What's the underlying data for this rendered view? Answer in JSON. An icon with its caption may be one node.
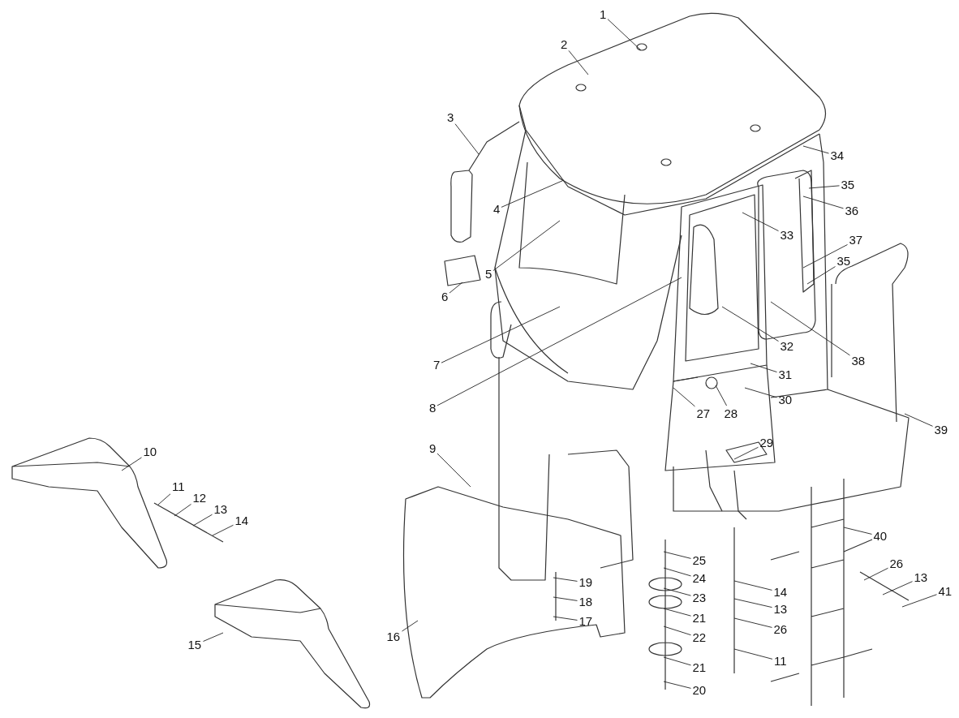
{
  "diagram": {
    "nodes": [
      {
        "text": [
          "1"
        ]
      },
      {
        "text": [
          "2"
        ]
      },
      {
        "text": [
          "3"
        ]
      },
      {
        "text": [
          "34"
        ]
      },
      {
        "text": [
          "35"
        ]
      },
      {
        "text": [
          "36"
        ]
      },
      {
        "text": [
          "4"
        ]
      },
      {
        "text": [
          "33"
        ]
      },
      {
        "text": [
          "37"
        ]
      },
      {
        "text": [
          "5"
        ]
      },
      {
        "text": [
          "35"
        ]
      },
      {
        "text": [
          "6"
        ]
      },
      {
        "text": [
          "32"
        ]
      },
      {
        "text": [
          "7"
        ]
      },
      {
        "text": [
          "38"
        ]
      },
      {
        "text": [
          "31"
        ]
      },
      {
        "text": [
          "8"
        ]
      },
      {
        "text": [
          "30"
        ]
      },
      {
        "text": [
          "27"
        ]
      },
      {
        "text": [
          "28"
        ]
      },
      {
        "text": [
          "39"
        ]
      },
      {
        "text": [
          "10"
        ]
      },
      {
        "text": [
          "29"
        ]
      },
      {
        "text": [
          "9"
        ]
      },
      {
        "text": [
          "11"
        ]
      },
      {
        "text": [
          "12"
        ]
      },
      {
        "text": [
          "13"
        ]
      },
      {
        "text": [
          "14"
        ]
      },
      {
        "text": [
          "40"
        ]
      },
      {
        "text": [
          "25"
        ]
      },
      {
        "text": [
          "26"
        ]
      },
      {
        "text": [
          "24"
        ]
      },
      {
        "text": [
          "13"
        ]
      },
      {
        "text": [
          "19"
        ]
      },
      {
        "text": [
          "14"
        ]
      },
      {
        "text": [
          "41"
        ]
      },
      {
        "text": [
          "18"
        ]
      },
      {
        "text": [
          "23"
        ]
      },
      {
        "text": [
          "13"
        ]
      },
      {
        "text": [
          "17"
        ]
      },
      {
        "text": [
          "21"
        ]
      },
      {
        "text": [
          "22"
        ]
      },
      {
        "text": [
          "16"
        ]
      },
      {
        "text": [
          "15"
        ]
      },
      {
        "text": [
          "26"
        ]
      },
      {
        "text": [
          "11"
        ]
      },
      {
        "text": [
          "21"
        ]
      },
      {
        "text": [
          "20"
        ]
      }
    ],
    "edges": [
      {
        "from": 0,
        "to": null,
        "arrow": "none"
      },
      {
        "from": 1,
        "to": null,
        "arrow": "none"
      },
      {
        "from": 2,
        "to": null,
        "arrow": "none"
      },
      {
        "from": 3,
        "to": null,
        "arrow": "none"
      },
      {
        "from": 4,
        "to": null,
        "arrow": "none"
      },
      {
        "from": 5,
        "to": null,
        "arrow": "none"
      },
      {
        "from": 6,
        "to": null,
        "arrow": "none"
      },
      {
        "from": 7,
        "to": null,
        "arrow": "none"
      },
      {
        "from": 8,
        "to": null,
        "arrow": "none"
      },
      {
        "from": 9,
        "to": null,
        "arrow": "none"
      },
      {
        "from": 10,
        "to": null,
        "arrow": "none"
      },
      {
        "from": 11,
        "to": null,
        "arrow": "none"
      },
      {
        "from": 12,
        "to": null,
        "arrow": "none"
      },
      {
        "from": 13,
        "to": null,
        "arrow": "none"
      },
      {
        "from": 14,
        "to": null,
        "arrow": "none"
      },
      {
        "from": 15,
        "to": null,
        "arrow": "none"
      },
      {
        "from": 16,
        "to": null,
        "arrow": "none"
      },
      {
        "from": 17,
        "to": null,
        "arrow": "none"
      },
      {
        "from": 18,
        "to": null,
        "arrow": "none"
      },
      {
        "from": 19,
        "to": null,
        "arrow": "none"
      },
      {
        "from": 20,
        "to": null,
        "arrow": "none"
      },
      {
        "from": 21,
        "to": null,
        "arrow": "none"
      },
      {
        "from": 22,
        "to": null,
        "arrow": "none"
      },
      {
        "from": 23,
        "to": null,
        "arrow": "none"
      },
      {
        "from": 24,
        "to": null,
        "arrow": "none"
      },
      {
        "from": 25,
        "to": null,
        "arrow": "none"
      },
      {
        "from": 26,
        "to": null,
        "arrow": "none"
      },
      {
        "from": 27,
        "to": null,
        "arrow": "none"
      },
      {
        "from": 28,
        "to": null,
        "arrow": "none"
      },
      {
        "from": 29,
        "to": null,
        "arrow": "none"
      },
      {
        "from": 30,
        "to": null,
        "arrow": "none"
      },
      {
        "from": 31,
        "to": null,
        "arrow": "none"
      },
      {
        "from": 32,
        "to": null,
        "arrow": "none"
      },
      {
        "from": 33,
        "to": null,
        "arrow": "none"
      },
      {
        "from": 34,
        "to": null,
        "arrow": "none"
      },
      {
        "from": 35,
        "to": null,
        "arrow": "none"
      },
      {
        "from": 36,
        "to": null,
        "arrow": "none"
      },
      {
        "from": 37,
        "to": null,
        "arrow": "none"
      },
      {
        "from": 38,
        "to": null,
        "arrow": "none"
      },
      {
        "from": 39,
        "to": null,
        "arrow": "none"
      },
      {
        "from": 40,
        "to": null,
        "arrow": "none"
      },
      {
        "from": 41,
        "to": null,
        "arrow": "none"
      },
      {
        "from": 42,
        "to": null,
        "arrow": "none"
      },
      {
        "from": 43,
        "to": null,
        "arrow": "none"
      },
      {
        "from": 44,
        "to": null,
        "arrow": "none"
      },
      {
        "from": 45,
        "to": null,
        "arrow": "none"
      },
      {
        "from": 46,
        "to": null,
        "arrow": "none"
      },
      {
        "from": 47,
        "to": null,
        "arrow": "none"
      }
    ]
  }
}
